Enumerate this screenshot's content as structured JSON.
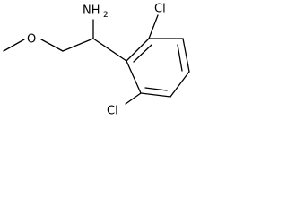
{
  "molecule": {
    "labels": {
      "amine_n": "NH",
      "amine_sub": "2",
      "oxygen": "O",
      "chlorine_top": "Cl",
      "chlorine_bottom": "Cl"
    },
    "colors": {
      "bond": "#000000",
      "text": "#000000",
      "background": "#ffffff"
    }
  }
}
